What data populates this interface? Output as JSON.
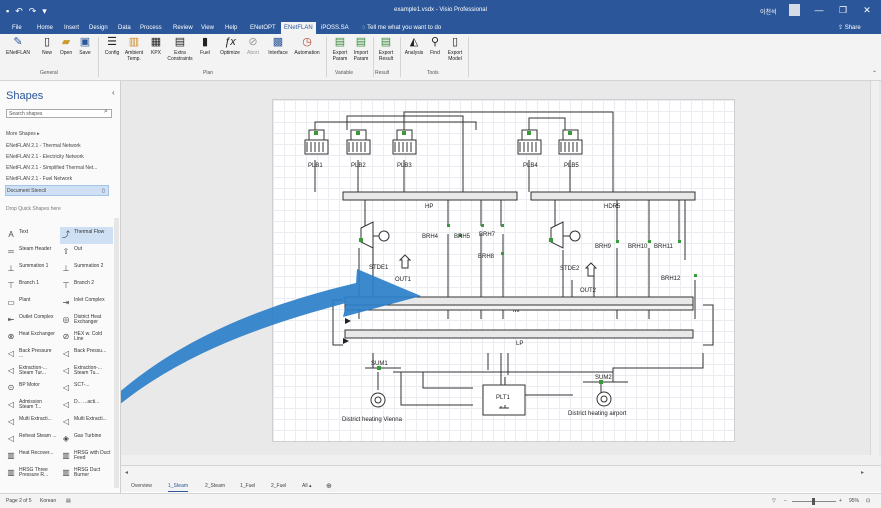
{
  "window": {
    "title": "example1.vsdx - Visio Professional",
    "user_name": "이천석",
    "minimize_glyph": "—",
    "restore_glyph": "❐",
    "close_glyph": "✕",
    "qat_icons": [
      "save-icon",
      "undo-icon",
      "redo-icon"
    ]
  },
  "tabs": [
    "File",
    "Home",
    "Insert",
    "Design",
    "Data",
    "Process",
    "Review",
    "View",
    "Help",
    "ENetOPT",
    "ENetFLAN",
    "iPOSS.SA"
  ],
  "active_tab": "ENetFLAN",
  "tell_me": "Tell me what you want to do",
  "share_label": "Share",
  "ribbon": {
    "buttons": [
      {
        "label": "ENetFLAN",
        "icon": "pen-icon"
      },
      {
        "label": "New",
        "icon": "new-doc-icon"
      },
      {
        "label": "Open",
        "icon": "folder-icon"
      },
      {
        "label": "Save",
        "icon": "save-icon"
      },
      {
        "label": "Config",
        "icon": "config-icon"
      },
      {
        "label": "Ambient Temp.",
        "icon": "thermometer-icon"
      },
      {
        "label": "KPX",
        "icon": "kpx-icon"
      },
      {
        "label": "Extra Constraints",
        "icon": "constraints-icon"
      },
      {
        "label": "Fuel",
        "icon": "fuel-icon"
      },
      {
        "label": "Optimize",
        "icon": "function-icon"
      },
      {
        "label": "Abort",
        "icon": "abort-icon"
      },
      {
        "label": "Interface",
        "icon": "interface-icon"
      },
      {
        "label": "Automation",
        "icon": "automation-icon"
      },
      {
        "label": "Export Param",
        "icon": "export-param-icon"
      },
      {
        "label": "Import Param",
        "icon": "import-param-icon"
      },
      {
        "label": "Export Result",
        "icon": "export-result-icon"
      },
      {
        "label": "Analysis",
        "icon": "analysis-icon"
      },
      {
        "label": "Find",
        "icon": "find-icon"
      },
      {
        "label": "Export Model",
        "icon": "export-model-icon"
      }
    ],
    "groups": [
      "General",
      "Plan",
      "Variable",
      "Result",
      "Tools"
    ]
  },
  "shapes_pane": {
    "title": "Shapes",
    "search_placeholder": "Search shapes",
    "more_shapes": "More Shapes",
    "stencils": [
      "ENetFLAN 2.1 - Thermal Network",
      "ENetFLAN 2.1 - Electricity Network",
      "ENetFLAN 2.1 - Simplified Thermal Net...",
      "ENetFLAN 2.1 - Fuel Network",
      "Document Stencil"
    ],
    "selected_stencil": "Document Stencil",
    "drop_hint": "Drop Quick Shapes here",
    "items": [
      {
        "label": "Text",
        "icon": "text-icon"
      },
      {
        "label": "Thermal Flow",
        "icon": "thermal-flow-icon"
      },
      {
        "label": "Steam Header",
        "icon": "steam-header-icon"
      },
      {
        "label": "Out",
        "icon": "out-icon"
      },
      {
        "label": "Summation 1",
        "icon": "summation-icon"
      },
      {
        "label": "Summation 2",
        "icon": "summation-icon"
      },
      {
        "label": "Branch 1",
        "icon": "branch-icon"
      },
      {
        "label": "Branch 2",
        "icon": "branch-icon"
      },
      {
        "label": "Plant",
        "icon": "plant-icon"
      },
      {
        "label": "Inlet Complex",
        "icon": "inlet-icon"
      },
      {
        "label": "Outlet Complex",
        "icon": "outlet-icon"
      },
      {
        "label": "District Heat Exchanger",
        "icon": "district-heat-icon"
      },
      {
        "label": "Heat Exchanger",
        "icon": "heat-exchanger-icon"
      },
      {
        "label": "HEX w. Cold Line",
        "icon": "hex-cold-icon"
      },
      {
        "label": "Back Pressure ...",
        "icon": "back-pressure-icon"
      },
      {
        "label": "Back Pressu...",
        "icon": "back-pressure-icon"
      },
      {
        "label": "Extraction-... Steam Tur...",
        "icon": "turbine-icon"
      },
      {
        "label": "Extraction-... Steam Tu...",
        "icon": "turbine-icon"
      },
      {
        "label": "BP Motor",
        "icon": "motor-icon"
      },
      {
        "label": "SCT-...",
        "icon": "sct-icon"
      },
      {
        "label": "Admission Steam T...",
        "icon": "admission-icon"
      },
      {
        "label": "D... ...acti...",
        "icon": "extraction-icon"
      },
      {
        "label": "Multi Extracti...",
        "icon": "multi-extraction-icon"
      },
      {
        "label": "Multi Extracti...",
        "icon": "multi-extraction-icon"
      },
      {
        "label": "Reheat Steam ...",
        "icon": "reheat-icon"
      },
      {
        "label": "Gas Turbine",
        "icon": "gas-turbine-icon"
      },
      {
        "label": "Heat Recover...",
        "icon": "heat-recovery-icon"
      },
      {
        "label": "HRSG with Duct Feed",
        "icon": "hrsg-icon"
      },
      {
        "label": "HRSG Three Pressure R...",
        "icon": "hrsg-icon"
      },
      {
        "label": "HRSG Duct Burner",
        "icon": "burner-icon"
      }
    ]
  },
  "diagram": {
    "boilers": [
      "PLB1",
      "PLB2",
      "PLB3",
      "PLB4",
      "PLB5"
    ],
    "headers": [
      "HP",
      "HDR5",
      "MP",
      "LP"
    ],
    "branches": [
      "BRH4",
      "BRH5",
      "BRH7",
      "BRH8",
      "BRH9",
      "BRH10",
      "BRH11",
      "BRH12"
    ],
    "turbines": [
      "STDE1",
      "STDE2"
    ],
    "outputs": [
      "OUT1",
      "OUT2"
    ],
    "sums": [
      "SUM1",
      "SUM2"
    ],
    "plant": "PLT1",
    "consumers": [
      "District heating Vienna",
      "District heating airport"
    ]
  },
  "page_tabs": {
    "tabs": [
      "Overview",
      "1_Steam",
      "2_Steam",
      "1_Fuel",
      "2_Fuel",
      "All ▴"
    ],
    "active": "1_Steam",
    "add_icon": "⊕"
  },
  "status": {
    "page": "Page 2 of 5",
    "language": "Korean",
    "zoom": "95%"
  },
  "colors": {
    "title_bar": "#2b579a",
    "ribbon": "#f3f3f3",
    "arrow": "#2d7fc9",
    "connector_green": "#3a9a3a"
  }
}
